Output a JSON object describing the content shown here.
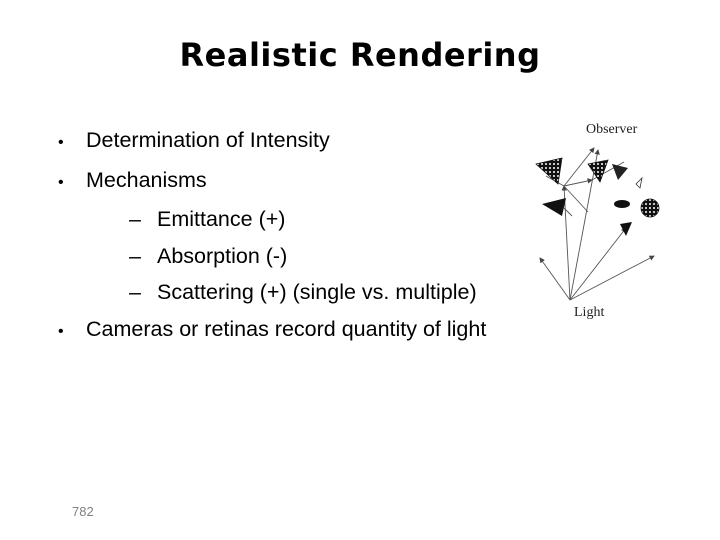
{
  "slide": {
    "title": "Realistic Rendering",
    "bullets": [
      {
        "level": 1,
        "marker": "•",
        "text": "Determination of Intensity"
      },
      {
        "level": 1,
        "marker": "•",
        "text": "Mechanisms"
      },
      {
        "level": 2,
        "marker": "–",
        "text": "Emittance (+)"
      },
      {
        "level": 2,
        "marker": "–",
        "text": "Absorption (-)"
      },
      {
        "level": 2,
        "marker": "–",
        "text": "Scattering (+) (single vs. multiple)"
      },
      {
        "level": 1,
        "marker": "•",
        "text": "Cameras or retinas record quantity of light"
      }
    ],
    "page_number": "782"
  },
  "figure": {
    "observer_label": "Observer",
    "light_label": "Light"
  }
}
